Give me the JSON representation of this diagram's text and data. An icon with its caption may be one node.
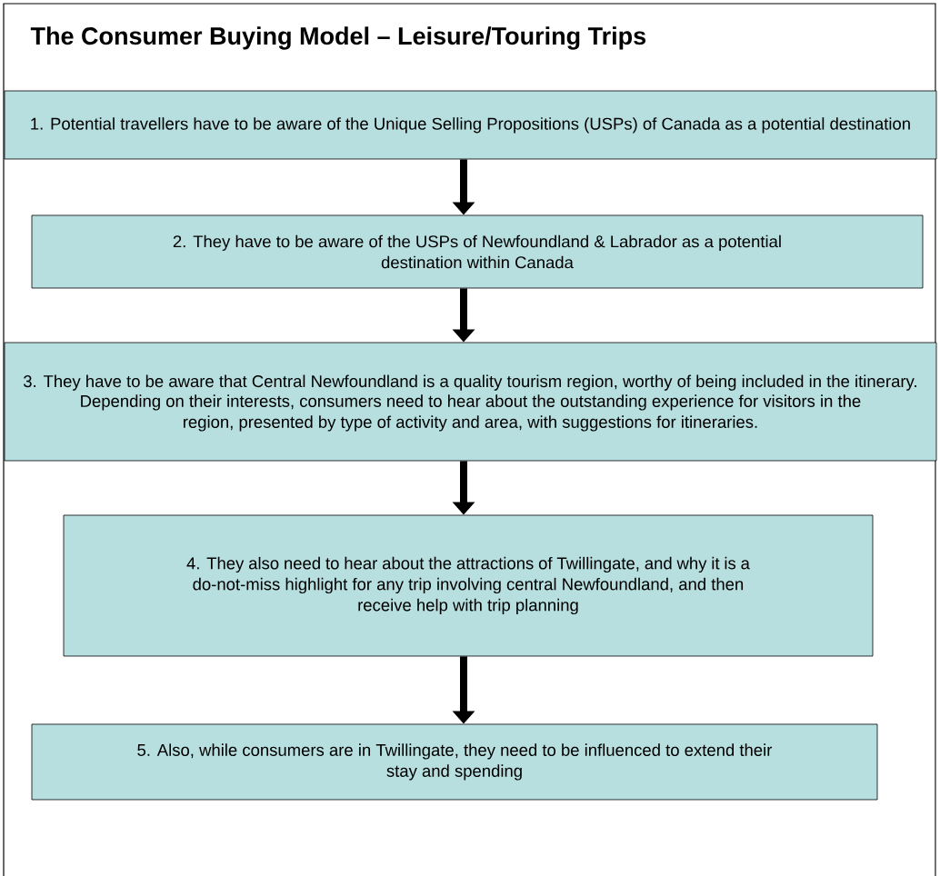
{
  "diagram": {
    "title": "The Consumer Buying Model – Leisure/Touring Trips",
    "nodes": [
      {
        "text": [
          "1. Potential travellers have to be aware of the Unique Selling Propositions (USPs) of Canada as a potential destination"
        ]
      },
      {
        "text": [
          "2. They have to be aware of the USPs of Newfoundland & Labrador as a potential destination within Canada"
        ]
      },
      {
        "text": [
          "3. They have to be aware that Central Newfoundland is a quality tourism region, worthy of being included in the itinerary.",
          "Depending on their interests, consumers need to hear about the outstanding experience for visitors in the region, presented by type of activity and area, with suggestions for itineraries."
        ]
      },
      {
        "text": [
          "4. They also need to hear about the attractions of Twillingate, and why it is a do-not-miss highlight for any trip involving central Newfoundland, and then receive help with trip planning"
        ]
      },
      {
        "text": [
          "5. Also, while consumers are in Twillingate, they need to be influenced to extend their stay and spending"
        ]
      }
    ],
    "edges": [
      {
        "from": 0,
        "to": 1,
        "arrow": "to"
      },
      {
        "from": 1,
        "to": 2,
        "arrow": "to"
      },
      {
        "from": 2,
        "to": 3,
        "arrow": "to"
      },
      {
        "from": 3,
        "to": 4,
        "arrow": "to"
      }
    ]
  }
}
